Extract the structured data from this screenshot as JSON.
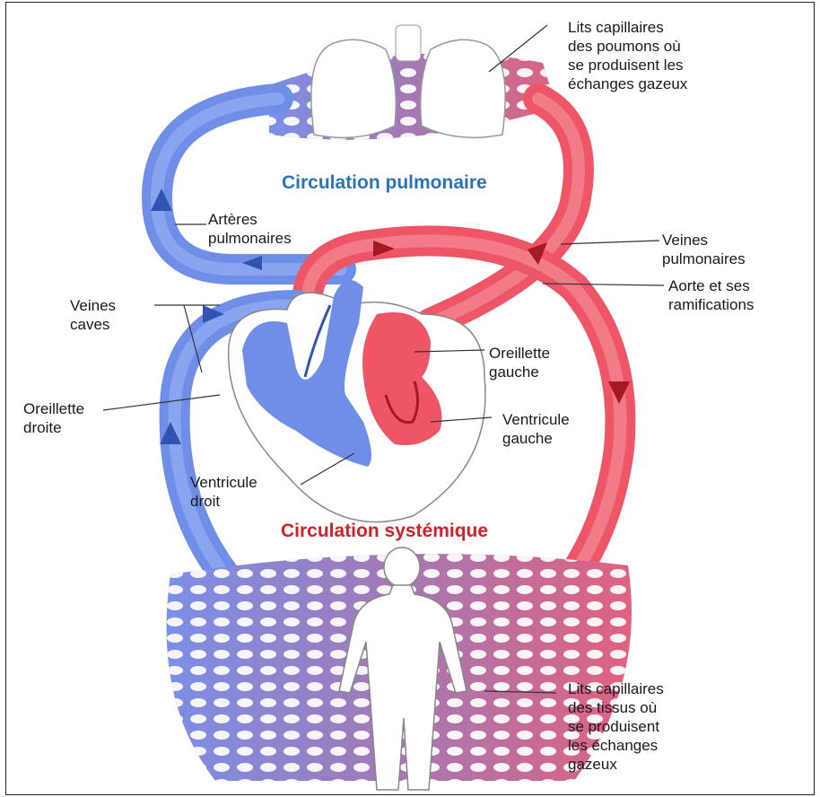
{
  "titles": {
    "pulmonary": {
      "text": "Circulation pulmonaire",
      "color": "#2a74b8"
    },
    "systemic": {
      "text": "Circulation systémique",
      "color": "#d1202a"
    }
  },
  "labels": {
    "lung_capillaries": [
      "Lits capillaires",
      "des poumons où",
      "se produisent les",
      "échanges gazeux"
    ],
    "pulmonary_arteries": [
      "Artères",
      "pulmonaires"
    ],
    "pulmonary_veins": [
      "Veines",
      "pulmonaires"
    ],
    "aorta": [
      "Aorte et ses",
      "ramifications"
    ],
    "venae_cavae": [
      "Veines",
      "caves"
    ],
    "left_atrium": [
      "Oreillette",
      "gauche"
    ],
    "right_atrium": [
      "Oreillette",
      "droite"
    ],
    "left_ventricle": [
      "Ventricule",
      "gauche"
    ],
    "right_ventricle": [
      "Ventricule",
      "droit"
    ],
    "tissue_capillaries": [
      "Lits capillaires",
      "des tissus où",
      "se produisent",
      "les échanges",
      "gazeux"
    ]
  },
  "colors": {
    "oxygen_poor": "#6f8ee8",
    "oxygen_rich": "#ee5566",
    "capillary_mix": "#a678b0"
  }
}
